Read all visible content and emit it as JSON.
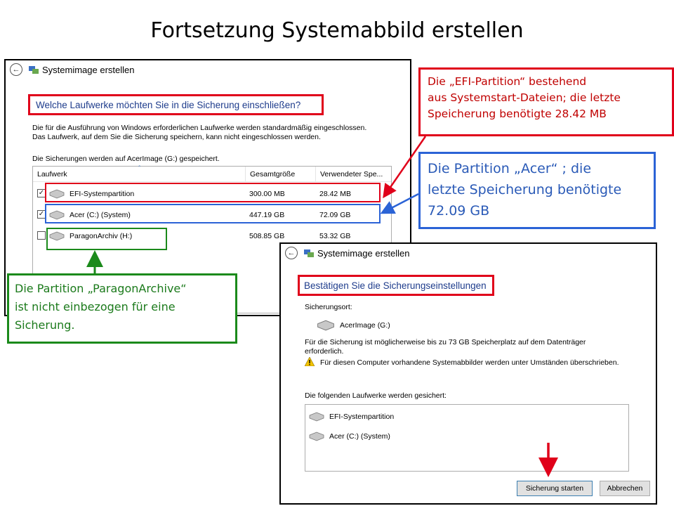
{
  "slide": {
    "title": "Fortsetzung Systemabbild erstellen"
  },
  "window1": {
    "title": "Systemimage erstellen",
    "heading": "Welche Laufwerke möchten Sie in die Sicherung einschließen?",
    "description_line1": "Die für die Ausführung von Windows erforderlichen Laufwerke werden standardmäßig eingeschlossen.",
    "description_line2": "Das Laufwerk, auf dem Sie die Sicherung speichern, kann nicht eingeschlossen werden.",
    "saved_to": "Die Sicherungen werden auf AcerImage (G:) gespeichert.",
    "columns": {
      "drive": "Laufwerk",
      "total": "Gesamtgröße",
      "used": "Verwendeter Spe..."
    },
    "rows": [
      {
        "checked": true,
        "name": "EFI-Systempartition",
        "total": "300.00 MB",
        "used": "28.42 MB"
      },
      {
        "checked": true,
        "name": "Acer (C:) (System)",
        "total": "447.19 GB",
        "used": "72.09 GB"
      },
      {
        "checked": false,
        "name": "ParagonArchiv (H:)",
        "total": "508.85 GB",
        "used": "53.32 GB"
      }
    ]
  },
  "window2": {
    "title": "Systemimage erstellen",
    "heading": "Bestätigen Sie die Sicherungseinstellungen",
    "location_label": "Sicherungsort:",
    "location_value": "AcerImage (G:)",
    "space_line1": "Für die Sicherung ist möglicherweise bis zu 73 GB Speicherplatz auf dem Datenträger",
    "space_line2": "erforderlich.",
    "warning": "Für diesen Computer vorhandene Systemabbilder werden unter Umständen überschrieben.",
    "drives_label": "Die folgenden Laufwerke werden gesichert:",
    "drives": [
      "EFI-Systempartition",
      "Acer (C:) (System)"
    ],
    "start_button": "Sicherung starten",
    "cancel_button": "Abbrechen"
  },
  "callouts": {
    "efi": [
      "Die „EFI-Partition“ bestehend",
      "aus Systemstart-Dateien; die letzte",
      "Speicherung benötigte 28.42 MB"
    ],
    "acer": [
      "Die Partition „Acer“ ; die",
      "letzte Speicherung benötigte",
      "72.09 GB"
    ],
    "paragon": [
      "Die Partition „ParagonArchive“",
      "ist nicht einbezogen für eine",
      "Sicherung."
    ]
  },
  "colors": {
    "red": "#e0001a",
    "blue": "#2b63d6",
    "green": "#1b8a1b",
    "heading_text": "#1e3c8c"
  }
}
